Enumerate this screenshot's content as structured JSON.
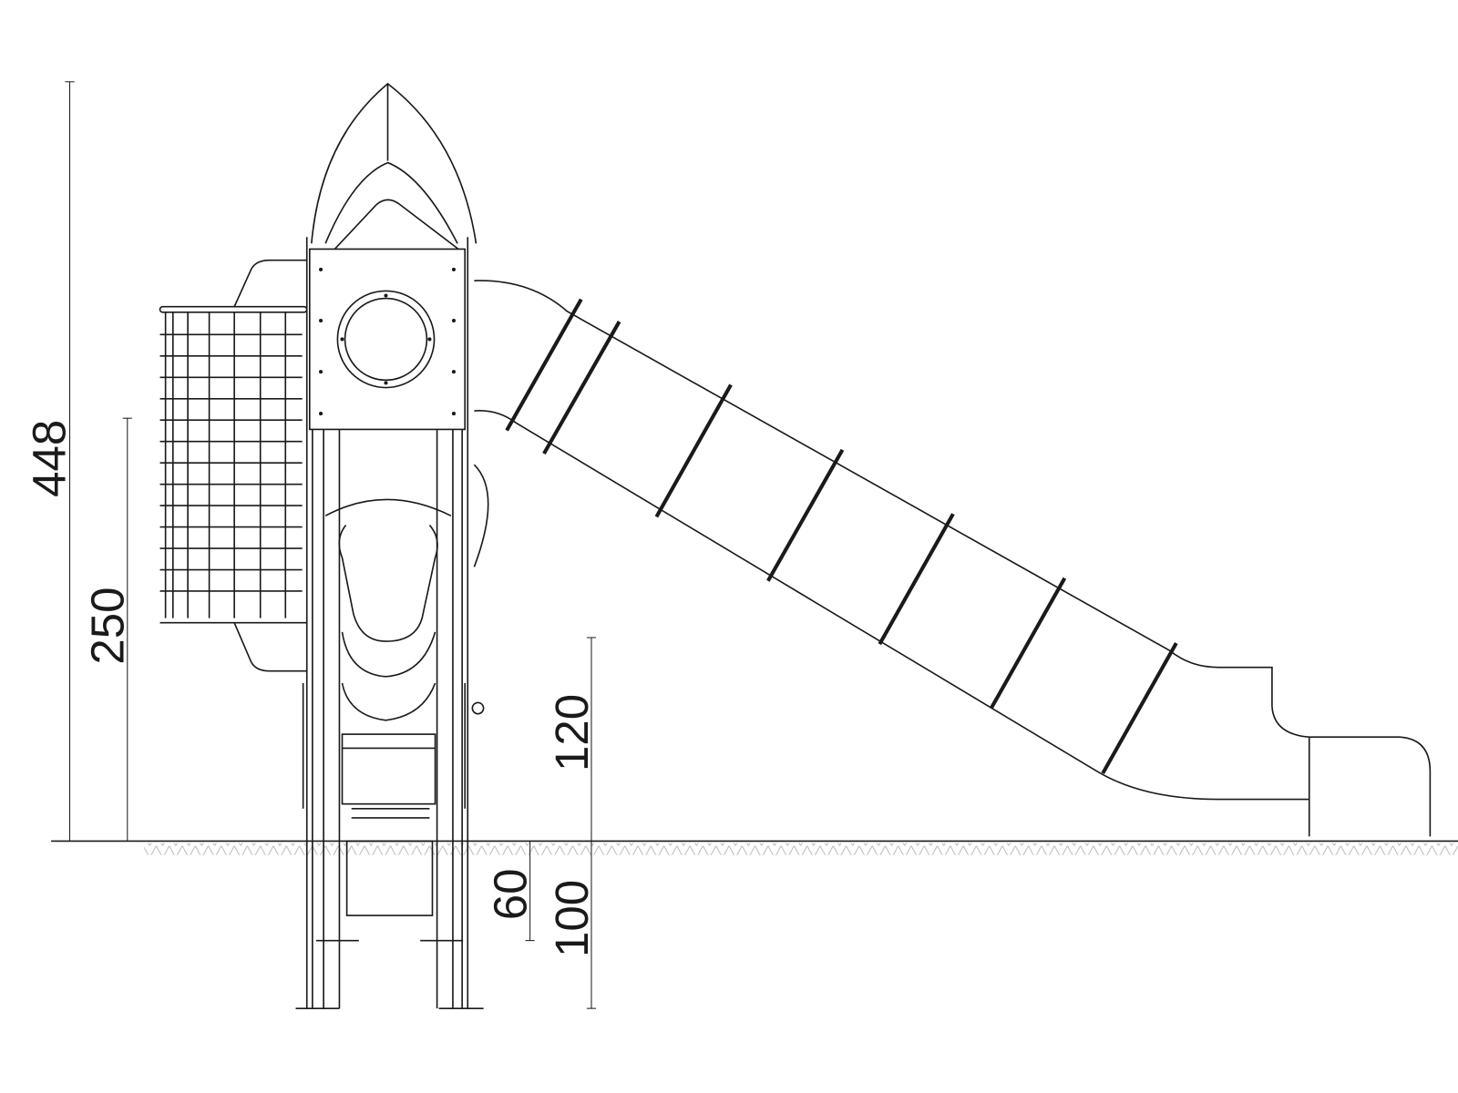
{
  "drawing": {
    "title": "Rocket tower with tube slide - side elevation",
    "colors": {
      "line": "#1a1a1a",
      "background": "#ffffff"
    },
    "dimensions": {
      "total_height": "448",
      "platform_height": "250",
      "slide_exit_height": "120",
      "foundation_depth_small": "60",
      "foundation_depth": "100"
    }
  }
}
